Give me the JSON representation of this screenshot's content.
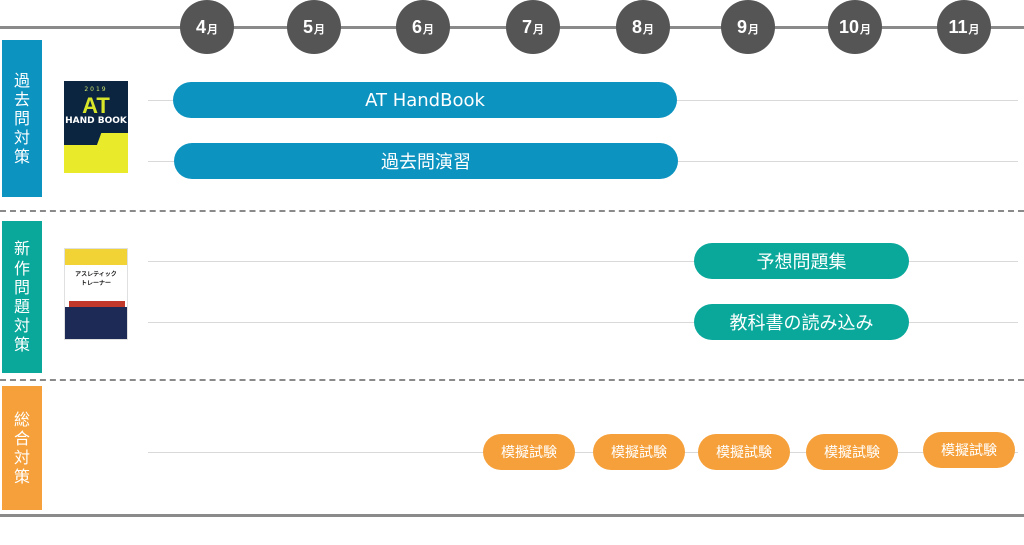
{
  "months": [
    {
      "num": "4",
      "unit": "月"
    },
    {
      "num": "5",
      "unit": "月"
    },
    {
      "num": "6",
      "unit": "月"
    },
    {
      "num": "7",
      "unit": "月"
    },
    {
      "num": "8",
      "unit": "月"
    },
    {
      "num": "9",
      "unit": "月"
    },
    {
      "num": "10",
      "unit": "月"
    },
    {
      "num": "11",
      "unit": "月"
    }
  ],
  "sections": [
    {
      "label": "過去問対策",
      "color": "#0d93c0"
    },
    {
      "label": "新作問題対策",
      "color": "#0aa89b"
    },
    {
      "label": "総合対策",
      "color": "#f5a03a"
    }
  ],
  "books": {
    "handbook": {
      "year": "2019",
      "title": "AT",
      "subtitle": "HAND BOOK"
    },
    "trainer": {
      "title": "アスレティック",
      "subtitle": "トレーナー"
    }
  },
  "bars": {
    "handbook": "AT HandBook",
    "past_exam": "過去問演習",
    "prediction": "予想問題集",
    "textbook": "教科書の読み込み"
  },
  "mock_exams": [
    "模擬試験",
    "模擬試験",
    "模擬試験",
    "模擬試験",
    "模擬試験"
  ],
  "colors": {
    "blue": "#0d93c0",
    "teal": "#0aa89b",
    "orange": "#f5a03a",
    "month_circle": "#555555"
  }
}
